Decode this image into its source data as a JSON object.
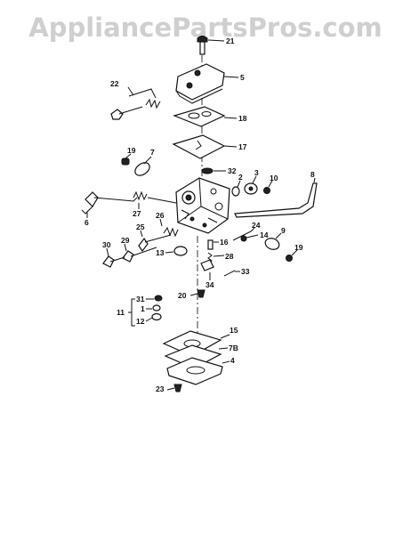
{
  "watermark": "AppliancePartsPros.com",
  "part_labels": {
    "p21": "21",
    "p5": "5",
    "p22": "22",
    "p18": "18",
    "p17": "17",
    "p19": "19",
    "p7": "7",
    "p32": "32",
    "p3": "3",
    "p2": "2",
    "p10": "10",
    "p8": "8",
    "p6": "6",
    "p27": "27",
    "p26": "26",
    "p25": "25",
    "p29": "29",
    "p30": "30",
    "p13": "13",
    "p16": "16",
    "p28": "28",
    "p24": "24",
    "p14": "14",
    "p9": "9",
    "p19b": "19",
    "p33": "33",
    "p34": "34",
    "p20": "20",
    "p31": "31",
    "p1": "1",
    "p11": "11",
    "p12": "12",
    "p15": "15",
    "p7b": "7B",
    "p4": "4",
    "p23": "23"
  }
}
